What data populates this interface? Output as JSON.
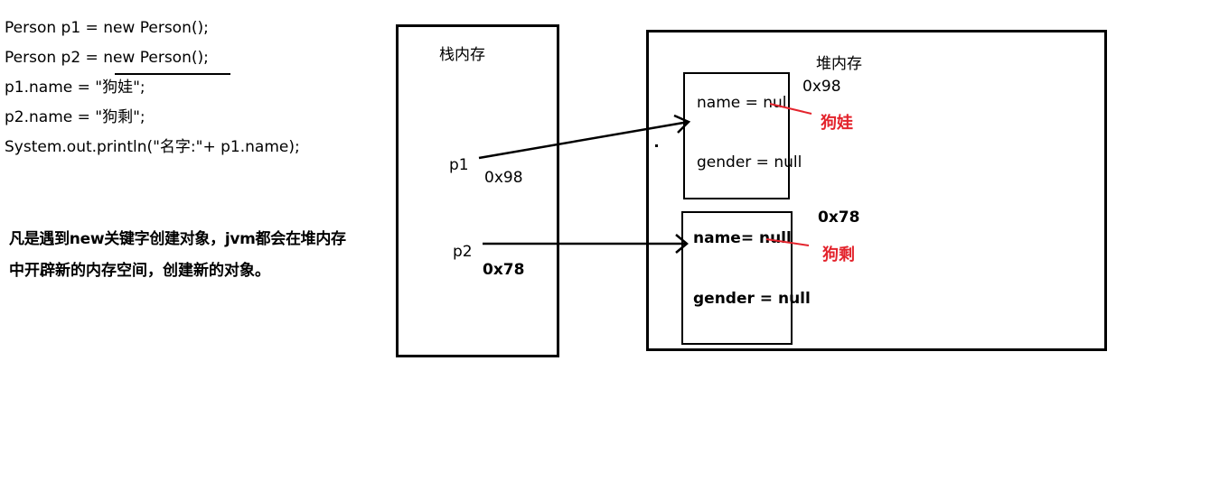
{
  "code_lines": [
    "Person p1 = new Person();",
    "Person p2 = new Person();",
    "p1.name = \"狗娃\";",
    "p2.name = \"狗剩\";",
    "System.out.println(\"名字:\"+ p1.name);"
  ],
  "note": {
    "line1": "凡是遇到new关键字创建对象，jvm都会在堆内存",
    "line2": "中开辟新的内存空间，创建新的对象。"
  },
  "stack": {
    "title": "栈内存",
    "p1_label": "p1",
    "p1_addr": "0x98",
    "p2_label": "p2",
    "p2_addr": "0x78"
  },
  "heap": {
    "title": "堆内存",
    "obj1": {
      "addr": "0x98",
      "name_field": "name = null",
      "gender_field": "gender = null",
      "name_value": "狗娃"
    },
    "obj2": {
      "addr": "0x78",
      "name_field": "name= null",
      "gender_field": "gender = null",
      "name_value": "狗剩"
    }
  },
  "colors": {
    "line": "#000000",
    "annotation": "#e3232c"
  }
}
